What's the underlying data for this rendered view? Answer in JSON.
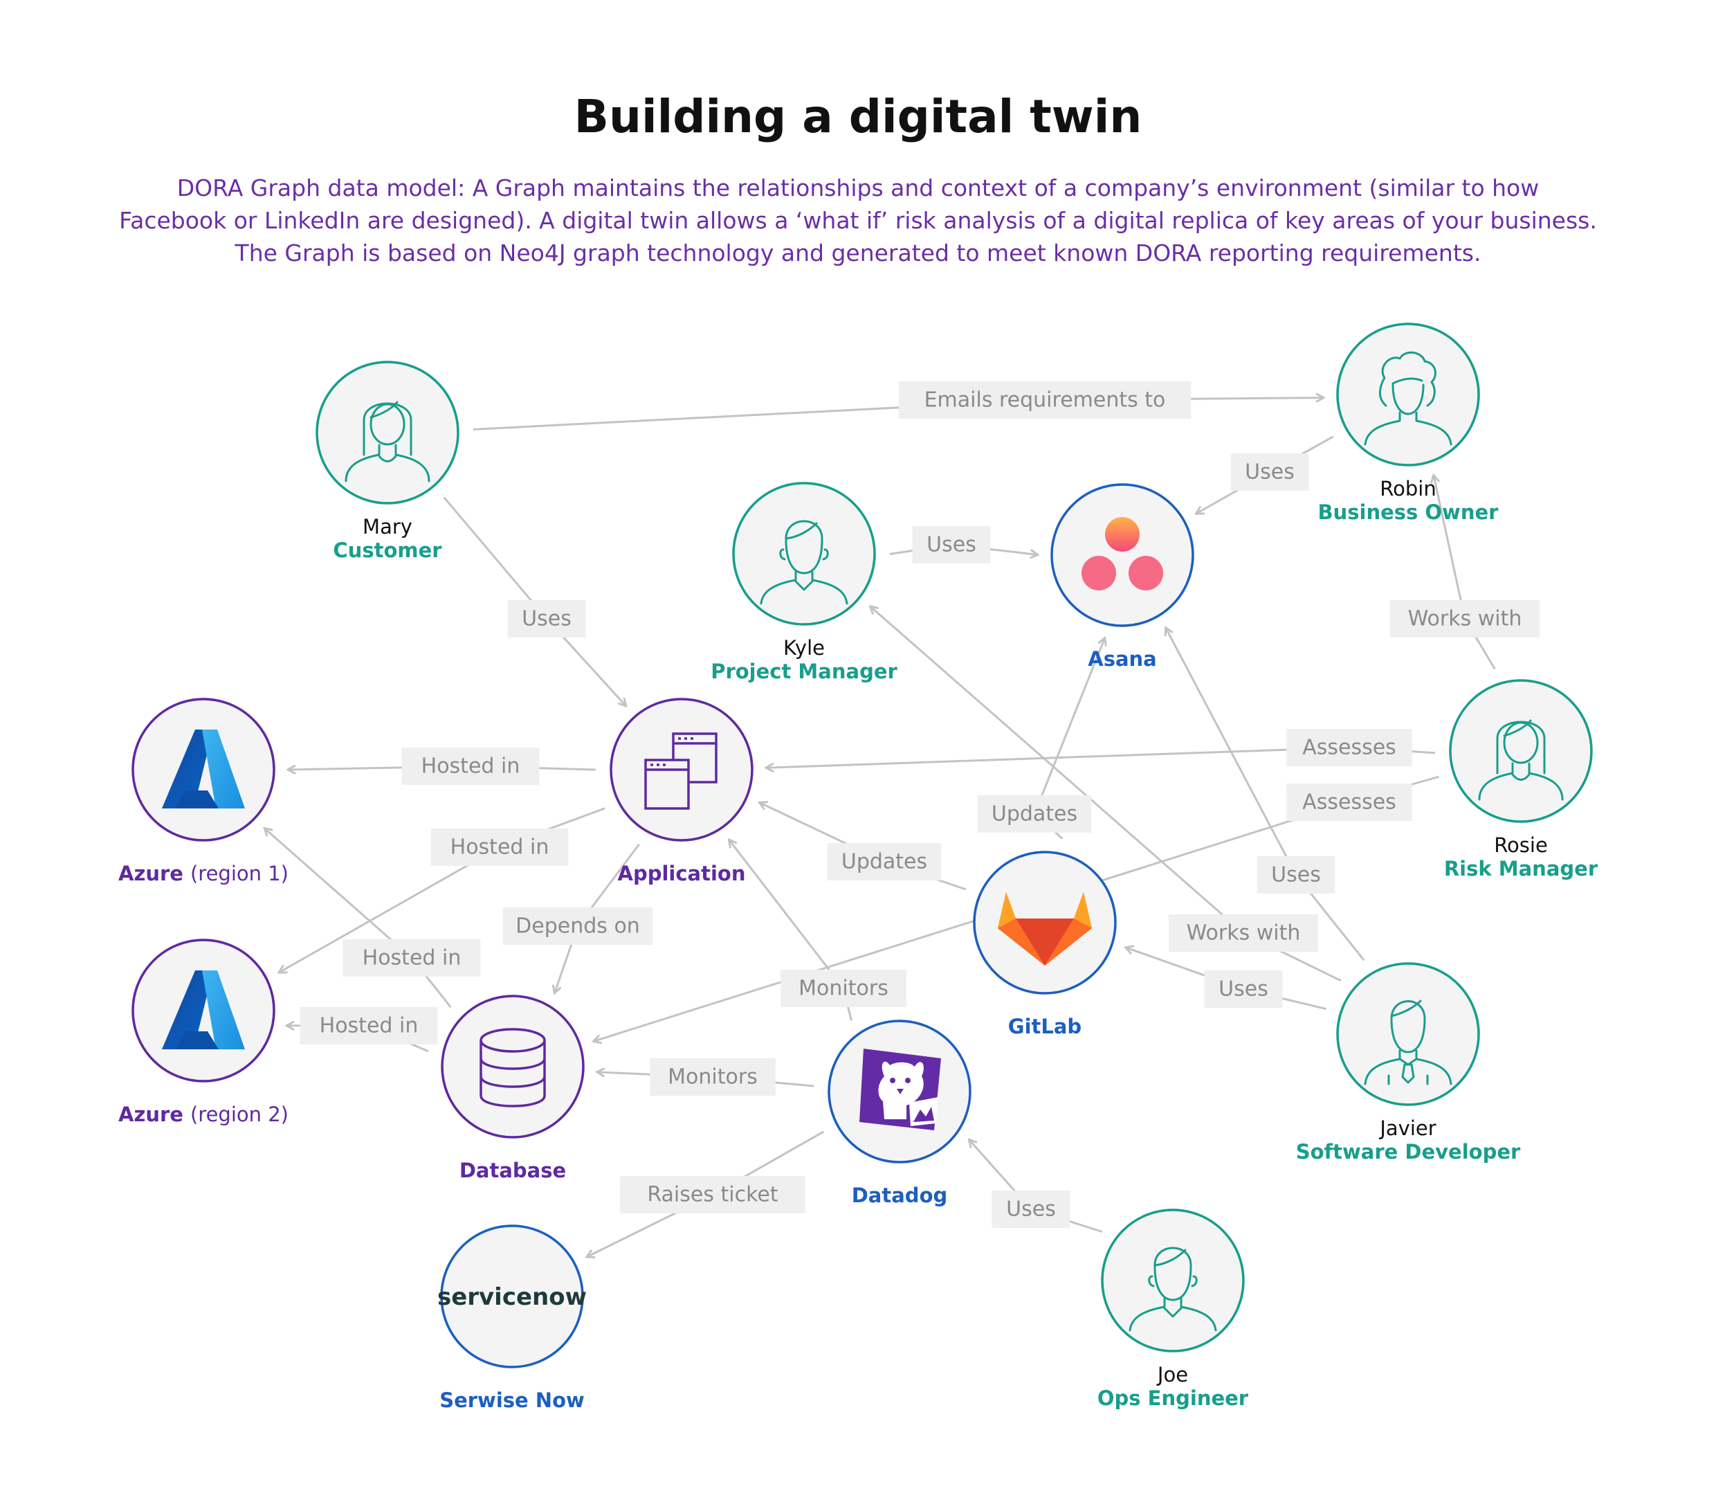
{
  "title": "Building a digital twin",
  "subtitle": [
    "DORA Graph data model: A Graph maintains the relationships and context of a company’s environment (similar to how",
    "Facebook or LinkedIn are designed). A digital twin allows a ‘what if’ risk analysis of a digital replica of key areas of your business.",
    "The Graph is based on Neo4J graph technology and generated to meet known DORA reporting requirements."
  ],
  "colors": {
    "teal": "#189e8c",
    "purple": "#5e2aa0",
    "blue": "#1d5fbf",
    "subtitle": "#6a2ea8",
    "edge": "#c3c3c3",
    "edge_label_bg": "#efefef",
    "edge_label_text": "#8a8a8a"
  },
  "nodes": [
    {
      "id": "mary",
      "name": "Mary",
      "role": "Customer",
      "icon": "woman-icon",
      "color": "teal"
    },
    {
      "id": "robin",
      "name": "Robin",
      "role": "Business Owner",
      "icon": "curly-hair-person-icon",
      "color": "teal"
    },
    {
      "id": "kyle",
      "name": "Kyle",
      "role": "Project Manager",
      "icon": "man-icon",
      "color": "teal"
    },
    {
      "id": "asana",
      "name": "",
      "role": "Asana",
      "icon": "asana-logo-icon",
      "color": "blue"
    },
    {
      "id": "rosie",
      "name": "Rosie",
      "role": "Risk Manager",
      "icon": "woman-icon",
      "color": "teal"
    },
    {
      "id": "application",
      "name": "",
      "role": "Application",
      "icon": "app-windows-icon",
      "color": "purple"
    },
    {
      "id": "azure1",
      "name": "",
      "role": "Azure",
      "role_suffix": "(region 1)",
      "icon": "azure-logo-icon",
      "color": "purple"
    },
    {
      "id": "azure2",
      "name": "",
      "role": "Azure",
      "role_suffix": "(region 2)",
      "icon": "azure-logo-icon",
      "color": "purple"
    },
    {
      "id": "gitlab",
      "name": "",
      "role": "GitLab",
      "icon": "gitlab-logo-icon",
      "color": "blue"
    },
    {
      "id": "javier",
      "name": "Javier",
      "role": "Software Developer",
      "icon": "man-with-tie-icon",
      "color": "teal"
    },
    {
      "id": "database",
      "name": "",
      "role": "Database",
      "icon": "database-icon",
      "color": "purple"
    },
    {
      "id": "datadog",
      "name": "",
      "role": "Datadog",
      "icon": "datadog-logo-icon",
      "color": "blue"
    },
    {
      "id": "servicenow",
      "name": "",
      "role": "Serwise Now",
      "icon": "servicenow-logo-icon",
      "logo_text": "servicenow",
      "color": "blue"
    },
    {
      "id": "joe",
      "name": "Joe",
      "role": "Ops Engineer",
      "icon": "man-icon",
      "color": "teal"
    }
  ],
  "edges": [
    {
      "from": "mary",
      "to": "robin",
      "label": "Emails requirements to"
    },
    {
      "from": "robin",
      "to": "asana",
      "label": "Uses"
    },
    {
      "from": "kyle",
      "to": "asana",
      "label": "Uses"
    },
    {
      "from": "mary",
      "to": "application",
      "label": "Uses"
    },
    {
      "from": "rosie",
      "to": "robin",
      "label": "Works with"
    },
    {
      "from": "rosie",
      "to": "application",
      "label": "Assesses"
    },
    {
      "from": "rosie",
      "to": "database",
      "label": "Assesses"
    },
    {
      "from": "application",
      "to": "azure1",
      "label": "Hosted in"
    },
    {
      "from": "application",
      "to": "azure2",
      "label": "Hosted in"
    },
    {
      "from": "application",
      "to": "database",
      "label": "Depends on"
    },
    {
      "from": "gitlab",
      "to": "application",
      "label": "Updates"
    },
    {
      "from": "gitlab",
      "to": "asana",
      "label": "Updates"
    },
    {
      "from": "javier",
      "to": "kyle",
      "label": "Works with"
    },
    {
      "from": "javier",
      "to": "asana",
      "label": "Uses"
    },
    {
      "from": "javier",
      "to": "gitlab",
      "label": "Uses"
    },
    {
      "from": "database",
      "to": "azure1",
      "label": "Hosted in"
    },
    {
      "from": "database",
      "to": "azure2",
      "label": "Hosted in"
    },
    {
      "from": "datadog",
      "to": "application",
      "label": "Monitors"
    },
    {
      "from": "datadog",
      "to": "database",
      "label": "Monitors"
    },
    {
      "from": "datadog",
      "to": "servicenow",
      "label": "Raises ticket"
    },
    {
      "from": "joe",
      "to": "datadog",
      "label": "Uses"
    }
  ]
}
